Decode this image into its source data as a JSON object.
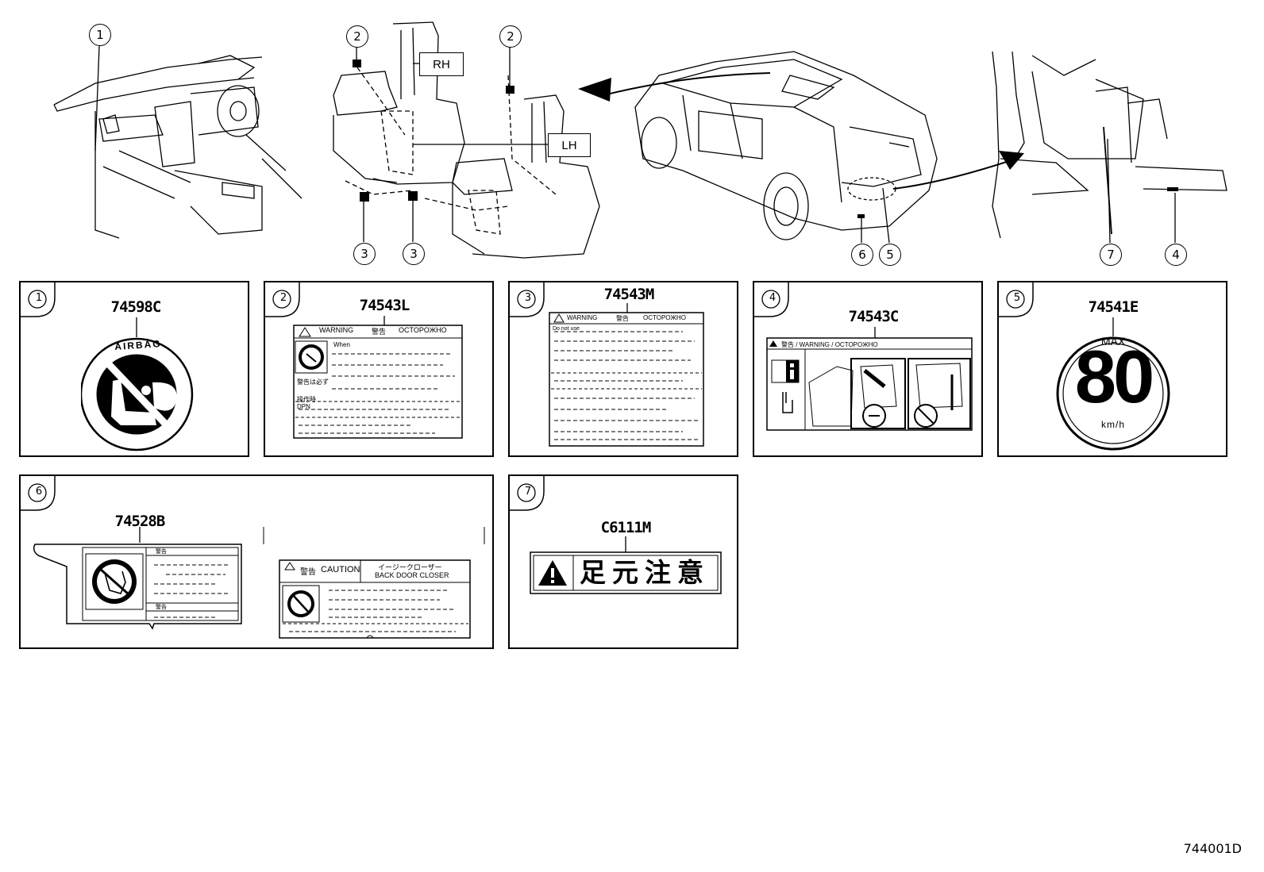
{
  "overview": {
    "callouts": [
      "1",
      "2",
      "2",
      "3",
      "3",
      "6",
      "5",
      "7",
      "4"
    ],
    "seat_tags": {
      "rh": "RH",
      "lh": "LH"
    }
  },
  "labels": [
    {
      "index": "1",
      "part_no": "74598C",
      "text": "AIRBAG"
    },
    {
      "index": "2",
      "part_no": "74543L",
      "text": [
        "WARNING",
        "警告",
        "OCTOPOЖHO",
        "When",
        "警告は必ず",
        "操作時",
        "DPN"
      ]
    },
    {
      "index": "3",
      "part_no": "74543M",
      "text": [
        "WARNING",
        "警告",
        "OCTOPOЖHO",
        "Do not use"
      ]
    },
    {
      "index": "4",
      "part_no": "74543C",
      "text": "警告 / WARNING / OCTOPOЖHO"
    },
    {
      "index": "5",
      "part_no": "74541E",
      "text": {
        "max": "MAX",
        "speed": "80",
        "unit": "km/h"
      }
    },
    {
      "index": "6",
      "part_no": "74528B",
      "text": {
        "left_a": "警告",
        "left_b": "警告",
        "warn": "警告",
        "caution": "CAUTION",
        "jp": "イージークローザー",
        "en": "BACK DOOR CLOSER"
      }
    },
    {
      "index": "7",
      "part_no": "C6111M",
      "text": "足元注意"
    }
  ],
  "drawing_id": "744001D"
}
